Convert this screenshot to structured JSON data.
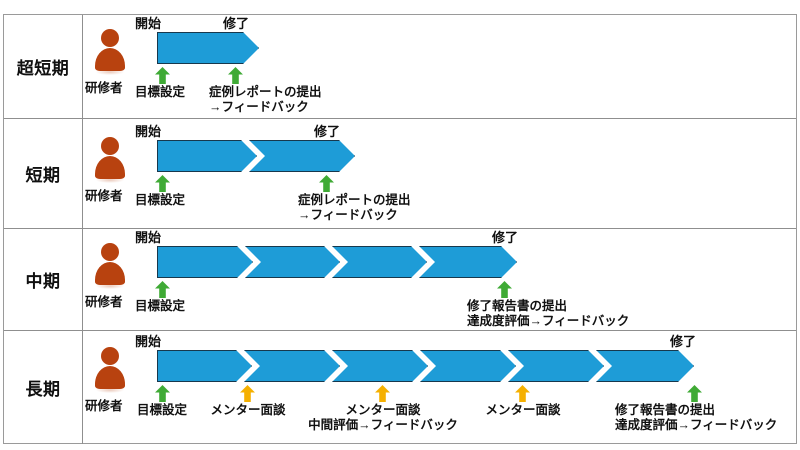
{
  "diagram": {
    "title_absent": true,
    "colors": {
      "chevron_fill": "#1e9cd7",
      "chevron_stroke": "#17384d",
      "person": "#b8420f",
      "marker_green": "#3faa35",
      "marker_yellow": "#f5b000",
      "grid": "#8f8f8f"
    },
    "rows": [
      {
        "period_label": "超短期",
        "person_label": "研修者",
        "segments": 1,
        "start_label": "開始",
        "end_label": "修了",
        "milestones": [
          {
            "color": "green",
            "lines": [
              "目標設定"
            ]
          },
          {
            "color": "green",
            "lines": [
              "症例レポートの提出",
              "→フィードバック"
            ]
          }
        ]
      },
      {
        "period_label": "短期",
        "person_label": "研修者",
        "segments": 2,
        "start_label": "開始",
        "end_label": "修了",
        "milestones": [
          {
            "color": "green",
            "lines": [
              "目標設定"
            ]
          },
          {
            "color": "green",
            "lines": [
              "症例レポートの提出",
              "→フィードバック"
            ]
          }
        ]
      },
      {
        "period_label": "中期",
        "person_label": "研修者",
        "segments": 4,
        "start_label": "開始",
        "end_label": "修了",
        "milestones": [
          {
            "color": "green",
            "lines": [
              "目標設定"
            ]
          },
          {
            "color": "green",
            "lines": [
              "修了報告書の提出",
              "達成度評価→フィードバック"
            ]
          }
        ]
      },
      {
        "period_label": "長期",
        "person_label": "研修者",
        "segments": 6,
        "start_label": "開始",
        "end_label": "修了",
        "milestones": [
          {
            "color": "green",
            "lines": [
              "目標設定"
            ]
          },
          {
            "color": "yellow",
            "lines": [
              "メンター面談"
            ]
          },
          {
            "color": "yellow",
            "lines": [
              "メンター面談",
              "中間評価→フィードバック"
            ]
          },
          {
            "color": "yellow",
            "lines": [
              "メンター面談"
            ]
          },
          {
            "color": "green",
            "lines": [
              "修了報告書の提出",
              "達成度評価→フィードバック"
            ]
          }
        ]
      }
    ]
  }
}
